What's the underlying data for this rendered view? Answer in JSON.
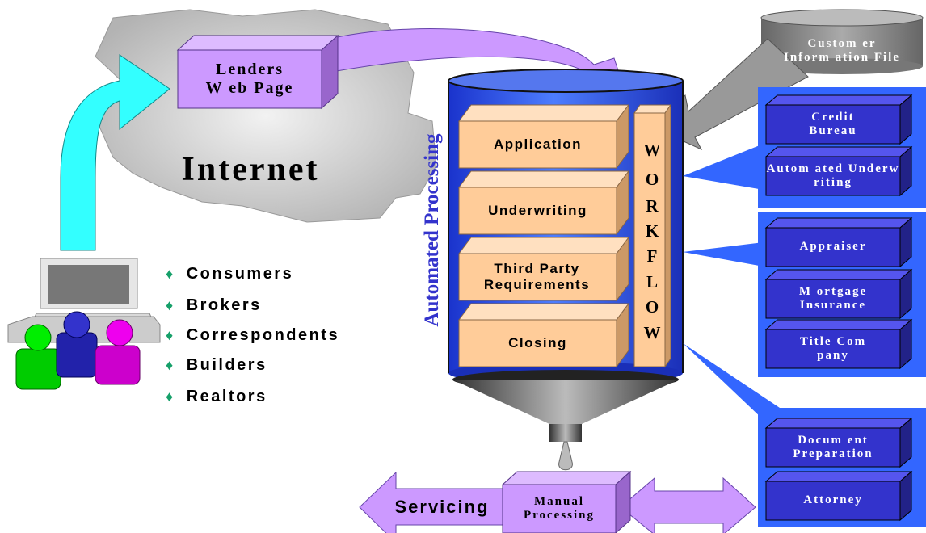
{
  "cloud": {
    "label": "Internet"
  },
  "web_page": {
    "line1": "Lenders",
    "line2": "W eb Page"
  },
  "cif": {
    "line1": "Custom er",
    "line2": "Inform ation File"
  },
  "side_label": "Automated Processing",
  "stages": [
    "Application",
    "Underwriting",
    "Third Party Requirements",
    "Closing"
  ],
  "workflow_letters": [
    "W",
    "O",
    "R",
    "K",
    "F",
    "L",
    "O",
    "W"
  ],
  "audiences": [
    "Consumers",
    "Brokers",
    "Correspondents",
    "Builders",
    "Realtors"
  ],
  "services": {
    "group1": [
      "Credit Bureau",
      "Autom ated Underw riting"
    ],
    "group2": [
      "Appraiser",
      "M ortgage Insurance",
      "Title Com pany"
    ],
    "group3": [
      "Docum ent Preparation",
      "Attorney"
    ]
  },
  "manual": {
    "line1": "Manual",
    "line2": "Processing"
  },
  "servicing": "Servicing",
  "colors": {
    "purple": "#cc99ff",
    "box_blue": "#3333cc",
    "panel_blue": "#3366ff",
    "peach": "#ffcc99",
    "cyan": "#33ffff"
  }
}
